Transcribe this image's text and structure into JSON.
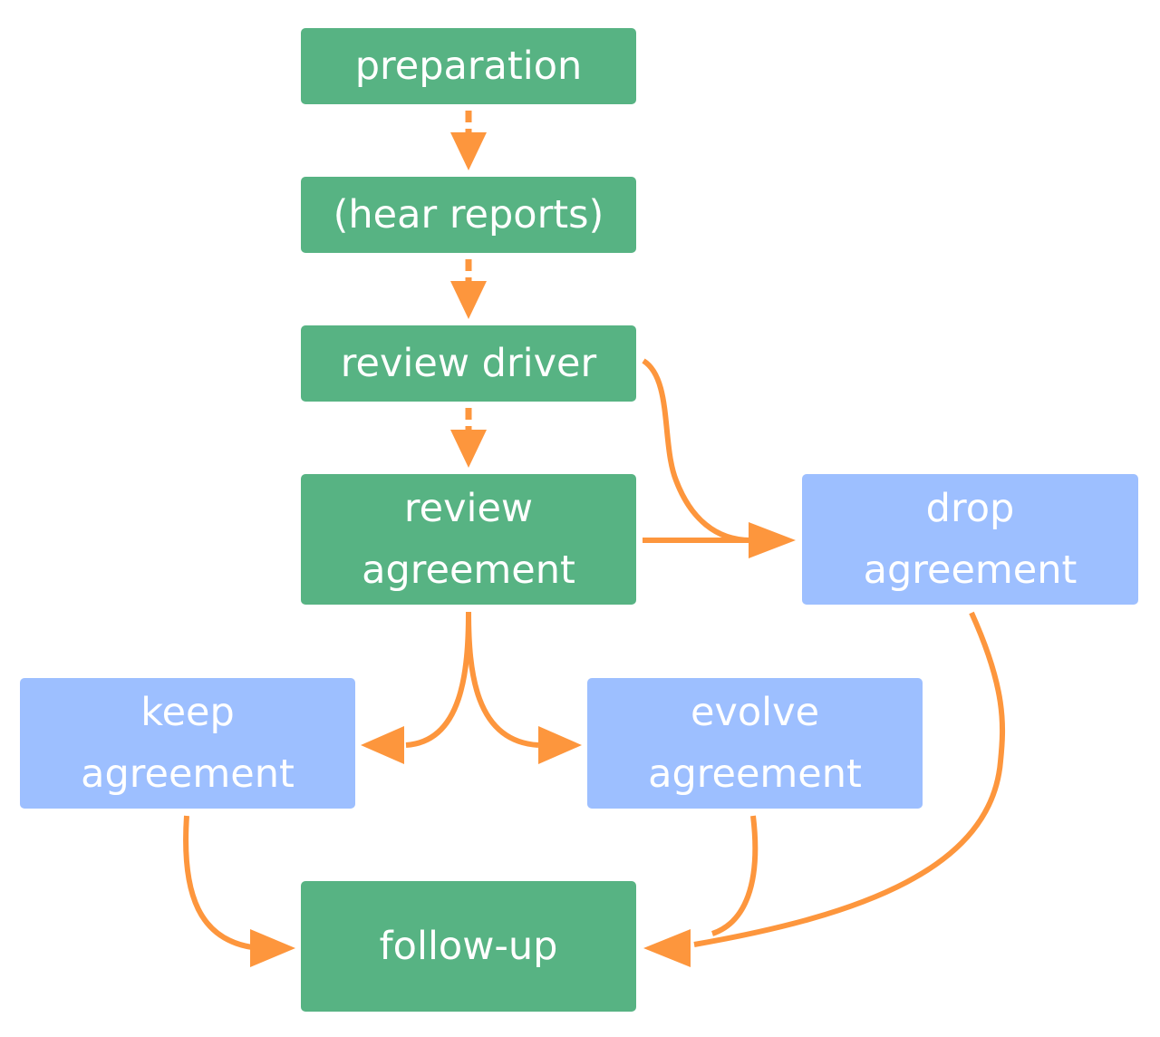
{
  "colors": {
    "green_node": "#57b383",
    "blue_node": "#9dbfff",
    "arrow": "#fd963d",
    "text": "#ffffff"
  },
  "nodes": {
    "preparation": {
      "label": "preparation"
    },
    "hear_reports": {
      "label": "(hear reports)"
    },
    "review_driver": {
      "label": "review driver"
    },
    "review_agreement": {
      "line1": "review",
      "line2": "agreement"
    },
    "drop_agreement": {
      "line1": "drop",
      "line2": "agreement"
    },
    "keep_agreement": {
      "line1": "keep",
      "line2": "agreement"
    },
    "evolve_agreement": {
      "line1": "evolve",
      "line2": "agreement"
    },
    "follow_up": {
      "label": "follow-up"
    }
  },
  "edges": [
    {
      "from": "preparation",
      "to": "hear_reports",
      "style": "dashed"
    },
    {
      "from": "hear_reports",
      "to": "review_driver",
      "style": "dashed"
    },
    {
      "from": "review_driver",
      "to": "review_agreement",
      "style": "dashed"
    },
    {
      "from": "review_driver",
      "to": "drop_agreement",
      "style": "solid"
    },
    {
      "from": "review_agreement",
      "to": "drop_agreement",
      "style": "solid"
    },
    {
      "from": "review_agreement",
      "to": "keep_agreement",
      "style": "solid"
    },
    {
      "from": "review_agreement",
      "to": "evolve_agreement",
      "style": "solid"
    },
    {
      "from": "keep_agreement",
      "to": "follow_up",
      "style": "solid"
    },
    {
      "from": "evolve_agreement",
      "to": "follow_up",
      "style": "solid"
    },
    {
      "from": "drop_agreement",
      "to": "follow_up",
      "style": "solid"
    }
  ]
}
